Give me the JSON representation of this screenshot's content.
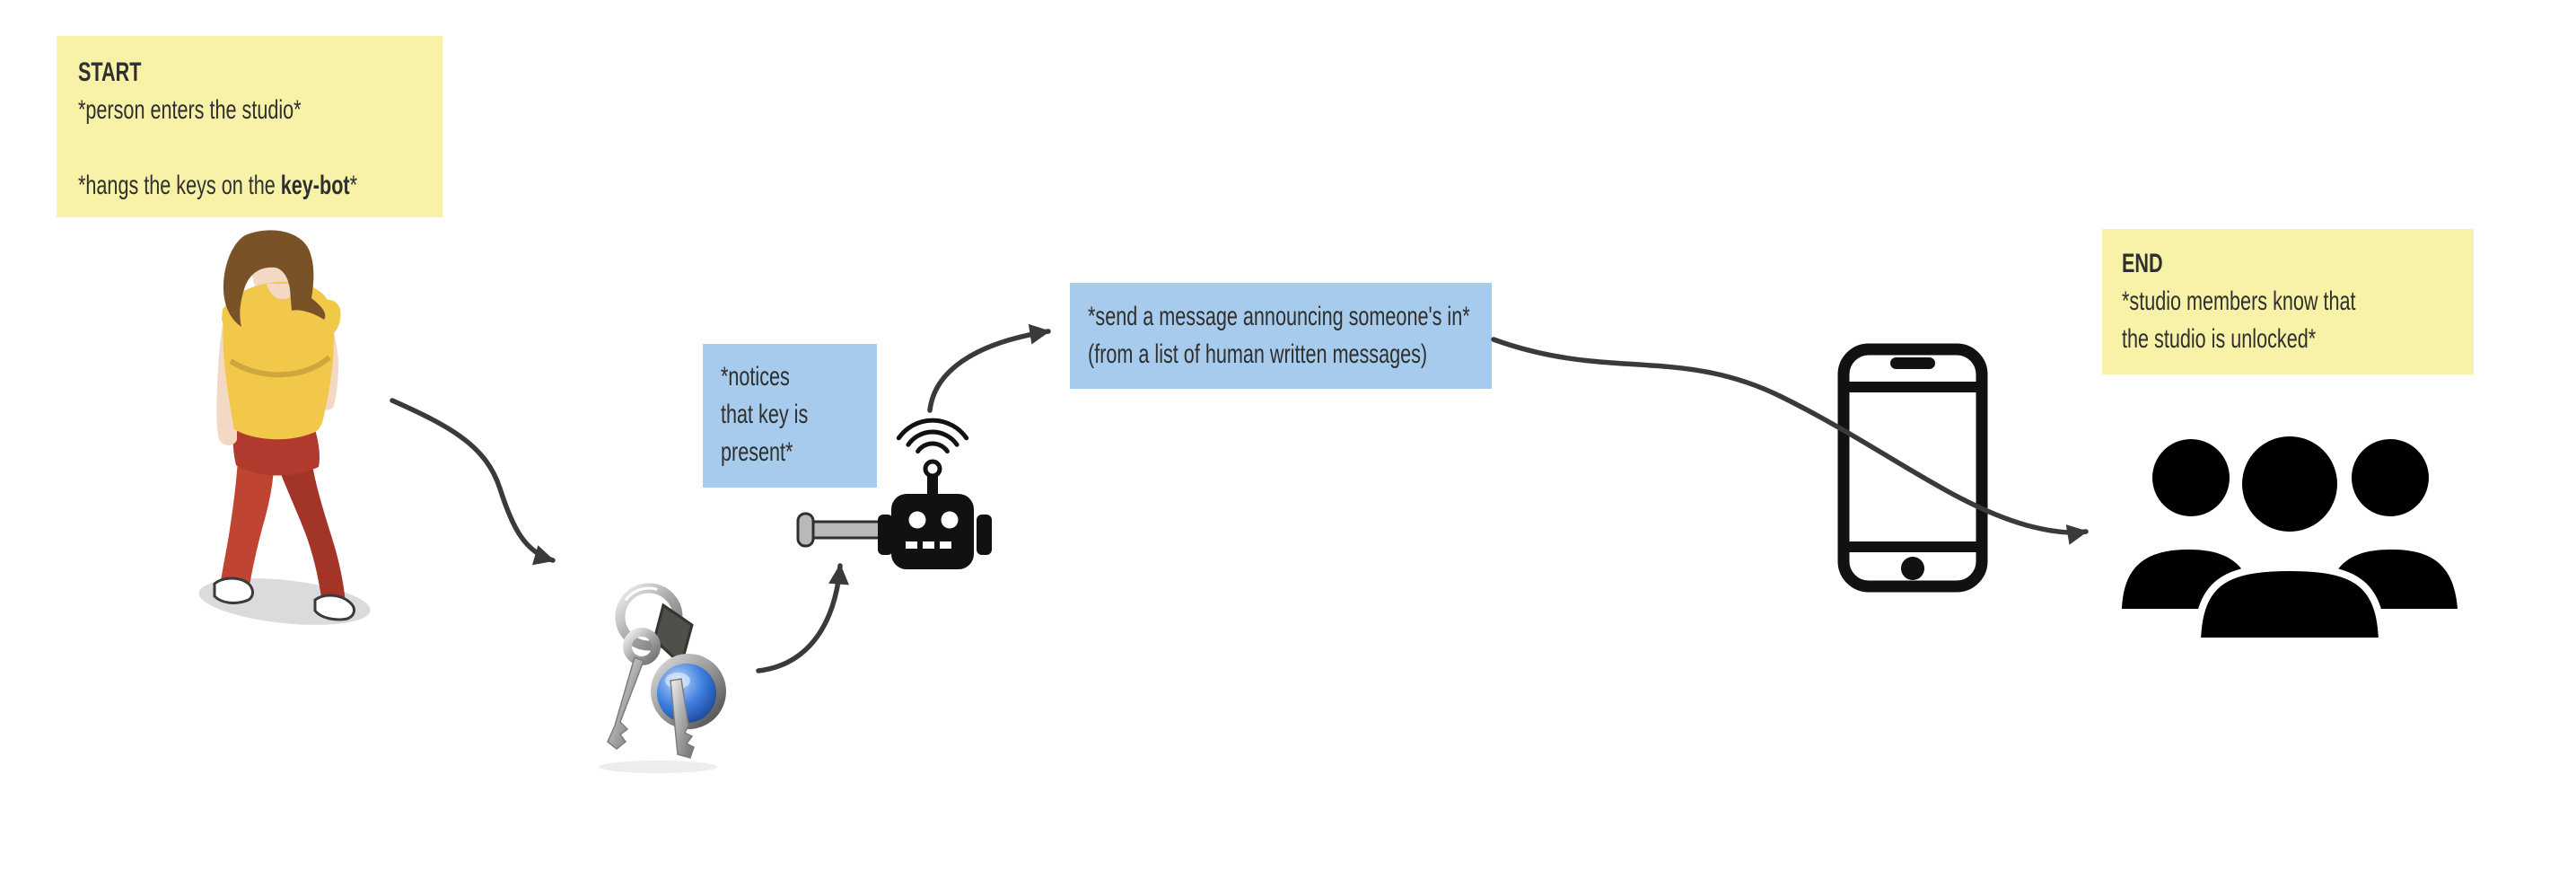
{
  "notes": {
    "start": {
      "title": "START",
      "line1": "*person enters the studio*",
      "line2_pre": "*hangs the keys on the ",
      "line2_bold": "key-bot",
      "line2_post": "*"
    },
    "notice": {
      "line1": "*notices",
      "line2": "that key is",
      "line3": "present*"
    },
    "send": {
      "line1": "*send a message announcing someone's in*",
      "line2": "(from a list of human written messages)"
    },
    "end": {
      "title": "END",
      "line1": "*studio members know that",
      "line2": "the studio is unlocked*"
    }
  },
  "icons": {
    "person": "walking-woman-illustration",
    "keys": "keychain-with-keys-icon",
    "hook": "key-hook-arm",
    "robot": "robot-head-icon",
    "wifi": "wifi-signal-icon",
    "phone": "smartphone-icon",
    "people": "group-of-people-icon",
    "arrows": "curved-flow-arrow"
  },
  "colors": {
    "canvas_bg": "#ffffff",
    "note_yellow": "#f7f2a8",
    "note_blue": "#a6cbec",
    "arrow": "#3a3a3a",
    "icon_black": "#111111",
    "shirt_yellow": "#f2c84b",
    "pants_red": "#b03a2e",
    "hair_brown": "#7a5228",
    "skin": "#f3d8c3",
    "key_silver": "#c9c9c9",
    "keychain_blue": "#3f7fe0"
  }
}
